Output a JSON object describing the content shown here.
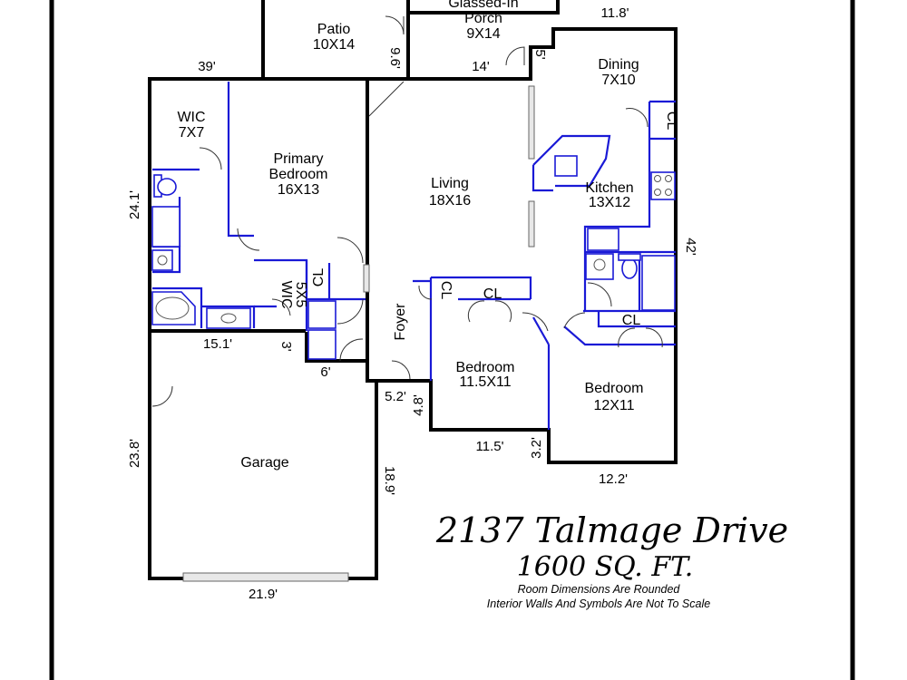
{
  "rooms": {
    "patio": {
      "name": "Patio",
      "size": "10X14"
    },
    "porch": {
      "name1": "Glassed-In",
      "name2": "Porch",
      "size": "9X14"
    },
    "dining": {
      "name": "Dining",
      "size": "7X10"
    },
    "wic": {
      "name": "WIC",
      "size": "7X7"
    },
    "primary": {
      "name1": "Primary",
      "name2": "Bedroom",
      "size": "16X13"
    },
    "living": {
      "name": "Living",
      "size": "18X16"
    },
    "kitchen": {
      "name": "Kitchen",
      "size": "13X12"
    },
    "wic_small": {
      "name": "WIC",
      "size": "5X5"
    },
    "foyer": {
      "name": "Foyer"
    },
    "bedroom2": {
      "name": "Bedroom",
      "size": "11.5X11"
    },
    "bedroom3": {
      "name": "Bedroom",
      "size": "12X11"
    },
    "garage": {
      "name": "Garage"
    },
    "closets": {
      "cl": "CL"
    }
  },
  "dimensions": {
    "d_11_8": "11.8'",
    "d_39": "39'",
    "d_9_6": "9.6'",
    "d_14": "14'",
    "d_5": "5'",
    "d_24_1": "24.1'",
    "d_42": "42'",
    "d_15_1": "15.1'",
    "d_3": "3'",
    "d_6": "6'",
    "d_5_2": "5.2'",
    "d_4_8": "4.8'",
    "d_11_5": "11.5'",
    "d_3_2": "3.2'",
    "d_12_2": "12.2'",
    "d_23_8": "23.8'",
    "d_18_9": "18.9'",
    "d_21_9": "21.9'"
  },
  "caption": {
    "address": "2137 Talmage Drive",
    "area": "1600 SQ. FT.",
    "note1": "Room Dimensions Are Rounded",
    "note2": "Interior Walls And Symbols Are Not To Scale"
  }
}
